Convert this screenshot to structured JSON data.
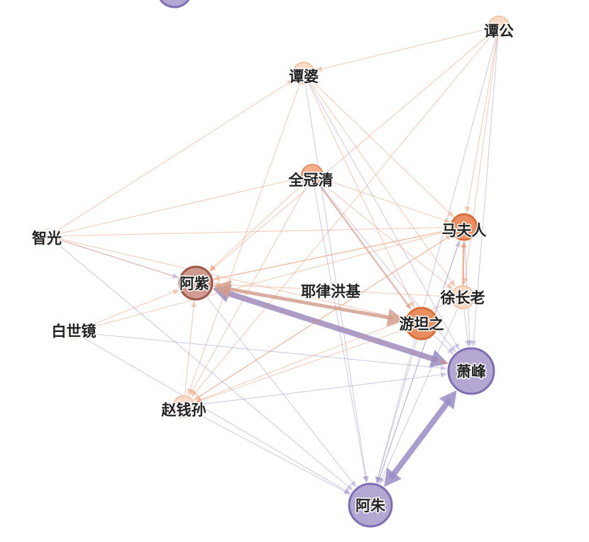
{
  "colors": {
    "purple_fill": "#b4a8d2",
    "purple_stroke": "#7f6db3",
    "purple_edge": "#9a8cc4",
    "orange_light_fill": "#f9dcc8",
    "orange_light_stroke": "#f0c3a5",
    "orange_fill": "#f3b08a",
    "orange_stroke": "#e69063",
    "orange_strong_fill": "#e98e61",
    "orange_strong_stroke": "#d8703e",
    "azi_fill": "#d09a8e",
    "azi_stroke": "#9b5a4c",
    "brown_edge": "#d2a08f",
    "faint_node_fill": "#fbf2ec",
    "faint_node_stroke": "#f1e4dc"
  },
  "nodes": [
    {
      "id": "top",
      "label": "",
      "group": "purple"
    },
    {
      "id": "tangong",
      "label": "谭公",
      "group": "light"
    },
    {
      "id": "tanpo",
      "label": "谭婆",
      "group": "light"
    },
    {
      "id": "quanguanqing",
      "label": "全冠清",
      "group": "medium"
    },
    {
      "id": "zhiguang",
      "label": "智光",
      "group": "faint"
    },
    {
      "id": "mafuren",
      "label": "马夫人",
      "group": "strong"
    },
    {
      "id": "azi",
      "label": "阿紫",
      "group": "azi"
    },
    {
      "id": "yeluhongji",
      "label": "耶律洪基",
      "group": "none"
    },
    {
      "id": "xuzhanglao",
      "label": "徐长老",
      "group": "light"
    },
    {
      "id": "youtanzhi",
      "label": "游坦之",
      "group": "strong"
    },
    {
      "id": "baishijing",
      "label": "白世镜",
      "group": "faint"
    },
    {
      "id": "xiaofeng",
      "label": "萧峰",
      "group": "purple"
    },
    {
      "id": "zhaoqiansun",
      "label": "赵钱孙",
      "group": "light"
    },
    {
      "id": "azhu",
      "label": "阿朱",
      "group": "purple"
    }
  ],
  "edges": [
    {
      "from": "azi",
      "to": "xiaofeng",
      "weight": 8,
      "tone": "purple",
      "dir": "both"
    },
    {
      "from": "xiaofeng",
      "to": "azhu",
      "weight": 8,
      "tone": "purple",
      "dir": "both"
    },
    {
      "from": "youtanzhi",
      "to": "azi",
      "weight": 5,
      "tone": "brown",
      "dir": "both"
    },
    {
      "from": "quanguanqing",
      "to": "youtanzhi",
      "weight": 2,
      "tone": "brown",
      "dir": "to"
    },
    {
      "from": "zhaoqiansun",
      "to": "xiaofeng",
      "weight": 1,
      "tone": "purple",
      "dir": "to"
    },
    {
      "from": "baishijing",
      "to": "xiaofeng",
      "weight": 1,
      "tone": "purple",
      "dir": "to"
    },
    {
      "from": "zhiguang",
      "to": "azi",
      "weight": 1,
      "tone": "purple",
      "dir": "to"
    },
    {
      "from": "zhiguang",
      "to": "azhu",
      "weight": 1,
      "tone": "purple",
      "dir": "to"
    },
    {
      "from": "zhiguang",
      "to": "mafuren",
      "weight": 1,
      "tone": "orange",
      "dir": "to"
    },
    {
      "from": "zhiguang",
      "to": "xiaofeng",
      "weight": 1,
      "tone": "orange",
      "dir": "to"
    },
    {
      "from": "zhiguang",
      "to": "youtanzhi",
      "weight": 1,
      "tone": "orange",
      "dir": "to"
    },
    {
      "from": "zhiguang",
      "to": "tanpo",
      "weight": 1,
      "tone": "orange",
      "dir": "to"
    },
    {
      "from": "zhiguang",
      "to": "quanguanqing",
      "weight": 1,
      "tone": "orange",
      "dir": "to"
    },
    {
      "from": "tangong",
      "to": "tanpo",
      "weight": 1,
      "tone": "orange",
      "dir": "to"
    },
    {
      "from": "tangong",
      "to": "xiaofeng",
      "weight": 1,
      "tone": "purple",
      "dir": "to"
    },
    {
      "from": "tangong",
      "to": "azhu",
      "weight": 1,
      "tone": "purple",
      "dir": "to"
    },
    {
      "from": "tangong",
      "to": "xuzhanglao",
      "weight": 1,
      "tone": "orange",
      "dir": "to"
    },
    {
      "from": "tangong",
      "to": "zhaoqiansun",
      "weight": 1,
      "tone": "orange",
      "dir": "to"
    },
    {
      "from": "tangong",
      "to": "azi",
      "weight": 1,
      "tone": "orange",
      "dir": "to"
    },
    {
      "from": "tangong",
      "to": "mafuren",
      "weight": 1,
      "tone": "orange",
      "dir": "to"
    },
    {
      "from": "tanpo",
      "to": "xiaofeng",
      "weight": 1,
      "tone": "purple",
      "dir": "to"
    },
    {
      "from": "tanpo",
      "to": "azhu",
      "weight": 1,
      "tone": "purple",
      "dir": "to"
    },
    {
      "from": "tanpo",
      "to": "mafuren",
      "weight": 1,
      "tone": "orange",
      "dir": "to"
    },
    {
      "from": "tanpo",
      "to": "youtanzhi",
      "weight": 1,
      "tone": "orange",
      "dir": "to"
    },
    {
      "from": "tanpo",
      "to": "zhaoqiansun",
      "weight": 1,
      "tone": "orange",
      "dir": "to"
    },
    {
      "from": "tanpo",
      "to": "xuzhanglao",
      "weight": 1,
      "tone": "orange",
      "dir": "to"
    },
    {
      "from": "quanguanqing",
      "to": "xiaofeng",
      "weight": 1,
      "tone": "purple",
      "dir": "to"
    },
    {
      "from": "quanguanqing",
      "to": "azhu",
      "weight": 1,
      "tone": "purple",
      "dir": "to"
    },
    {
      "from": "quanguanqing",
      "to": "azi",
      "weight": 1,
      "tone": "orange",
      "dir": "to"
    },
    {
      "from": "quanguanqing",
      "to": "zhaoqiansun",
      "weight": 1,
      "tone": "orange",
      "dir": "to"
    },
    {
      "from": "quanguanqing",
      "to": "mafuren",
      "weight": 1,
      "tone": "orange",
      "dir": "to"
    },
    {
      "from": "quanguanqing",
      "to": "xuzhanglao",
      "weight": 1,
      "tone": "orange",
      "dir": "to"
    },
    {
      "from": "mafuren",
      "to": "xiaofeng",
      "weight": 1,
      "tone": "purple",
      "dir": "to"
    },
    {
      "from": "mafuren",
      "to": "azi",
      "weight": 1,
      "tone": "orange",
      "dir": "to"
    },
    {
      "from": "mafuren",
      "to": "zhaoqiansun",
      "weight": 1,
      "tone": "orange",
      "dir": "to"
    },
    {
      "from": "mafuren",
      "to": "azhu",
      "weight": 1,
      "tone": "purple",
      "dir": "to"
    },
    {
      "from": "xuzhanglao",
      "to": "mafuren",
      "weight": 2,
      "tone": "orange",
      "dir": "to"
    },
    {
      "from": "xuzhanglao",
      "to": "xiaofeng",
      "weight": 1,
      "tone": "purple",
      "dir": "to"
    },
    {
      "from": "xuzhanglao",
      "to": "azhu",
      "weight": 1,
      "tone": "purple",
      "dir": "to"
    },
    {
      "from": "xuzhanglao",
      "to": "zhaoqiansun",
      "weight": 1,
      "tone": "orange",
      "dir": "to"
    },
    {
      "from": "xuzhanglao",
      "to": "azi",
      "weight": 1,
      "tone": "orange",
      "dir": "to"
    },
    {
      "from": "youtanzhi",
      "to": "xiaofeng",
      "weight": 1,
      "tone": "purple",
      "dir": "to"
    },
    {
      "from": "youtanzhi",
      "to": "zhaoqiansun",
      "weight": 1,
      "tone": "orange",
      "dir": "to"
    },
    {
      "from": "youtanzhi",
      "to": "azhu",
      "weight": 1,
      "tone": "purple",
      "dir": "to"
    },
    {
      "from": "baishijing",
      "to": "mafuren",
      "weight": 1,
      "tone": "orange",
      "dir": "to"
    },
    {
      "from": "baishijing",
      "to": "azhu",
      "weight": 1,
      "tone": "purple",
      "dir": "to"
    },
    {
      "from": "baishijing",
      "to": "azi",
      "weight": 1,
      "tone": "orange",
      "dir": "to"
    },
    {
      "from": "zhaoqiansun",
      "to": "azhu",
      "weight": 1,
      "tone": "purple",
      "dir": "to"
    },
    {
      "from": "zhaoqiansun",
      "to": "azi",
      "weight": 1,
      "tone": "orange",
      "dir": "to"
    },
    {
      "from": "zhaoqiansun",
      "to": "mafuren",
      "weight": 1,
      "tone": "orange",
      "dir": "to"
    },
    {
      "from": "azi",
      "to": "azhu",
      "weight": 1,
      "tone": "purple",
      "dir": "to"
    },
    {
      "from": "azi",
      "to": "mafuren",
      "weight": 1,
      "tone": "orange",
      "dir": "to"
    },
    {
      "from": "azhu",
      "to": "mafuren",
      "weight": 1,
      "tone": "purple",
      "dir": "to"
    }
  ]
}
